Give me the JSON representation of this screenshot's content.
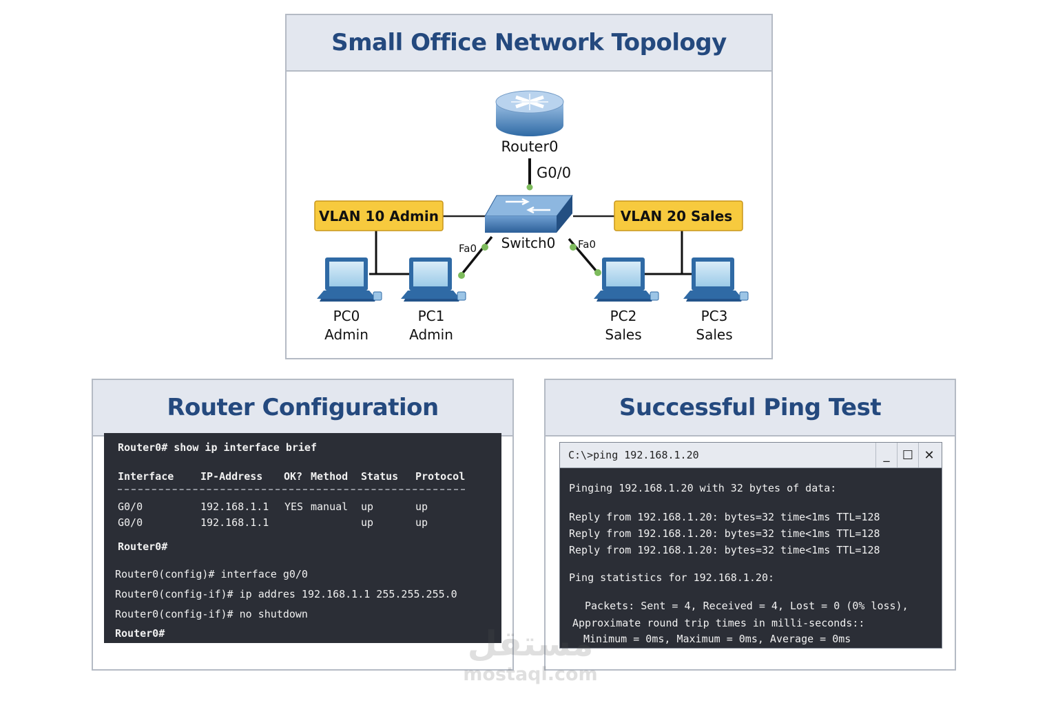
{
  "topology": {
    "title": "Small Office Network Topology",
    "router": {
      "name": "Router0",
      "port": "G0/0"
    },
    "switch": {
      "name": "Switch0",
      "port_left": "Fa0",
      "port_right": "Fa0"
    },
    "vlans": [
      {
        "label": "VLAN 10 Admin"
      },
      {
        "label": "VLAN 20 Sales"
      }
    ],
    "pcs": [
      {
        "name": "PC0",
        "dept": "Admin"
      },
      {
        "name": "PC1",
        "dept": "Admin"
      },
      {
        "name": "PC2",
        "dept": "Sales"
      },
      {
        "name": "PC3",
        "dept": "Sales"
      }
    ],
    "colors": {
      "vlan_fill": "#f7ca3e",
      "link_dot": "#7dbb5c",
      "device_blue": "#2f6aa5"
    }
  },
  "router_config": {
    "title": "Router Configuration",
    "command": "Router0# show ip interface brief",
    "headers": [
      "Interface",
      "IP-Address",
      "OK?",
      "Method",
      "Status",
      "Protocol"
    ],
    "rows": [
      [
        "G0/0",
        "192.168.1.1",
        "YES",
        "manual",
        "up",
        "up"
      ],
      [
        "G0/0",
        "192.168.1.1",
        "",
        "",
        "up",
        "up"
      ]
    ],
    "prompt1": "Router0#",
    "config_lines": [
      "Router0(config)# interface g0/0",
      "Router0(config-if)# ip addres 192.168.1.1 255.255.255.0",
      "Router0(config-if)# no shutdown"
    ],
    "prompt2": "Router0#"
  },
  "ping_test": {
    "title": "Successful Ping Test",
    "window_title": "C:\\>ping 192.168.1.20",
    "controls": {
      "minimize": "_",
      "maximize": "☐",
      "close": "✕"
    },
    "pinging": "Pinging 192.168.1.20 with 32 bytes of data:",
    "replies": [
      "Reply from 192.168.1.20: bytes=32 time<1ms TTL=128",
      "Reply from 192.168.1.20: bytes=32 time<1ms TTL=128",
      "Reply from 192.168.1.20: bytes=32 time<1ms TTL=128"
    ],
    "stats_header": "Ping statistics for 192.168.1.20:",
    "packets": "Packets: Sent = 4, Received = 4, Lost = 0 (0% loss),",
    "approx": "Approximate round trip times in milli-seconds::",
    "minmax": "Minimum = 0ms, Maximum = 0ms, Average = 0ms"
  },
  "watermark": {
    "arabic": "مستقل",
    "latin": "mostaql.com"
  }
}
